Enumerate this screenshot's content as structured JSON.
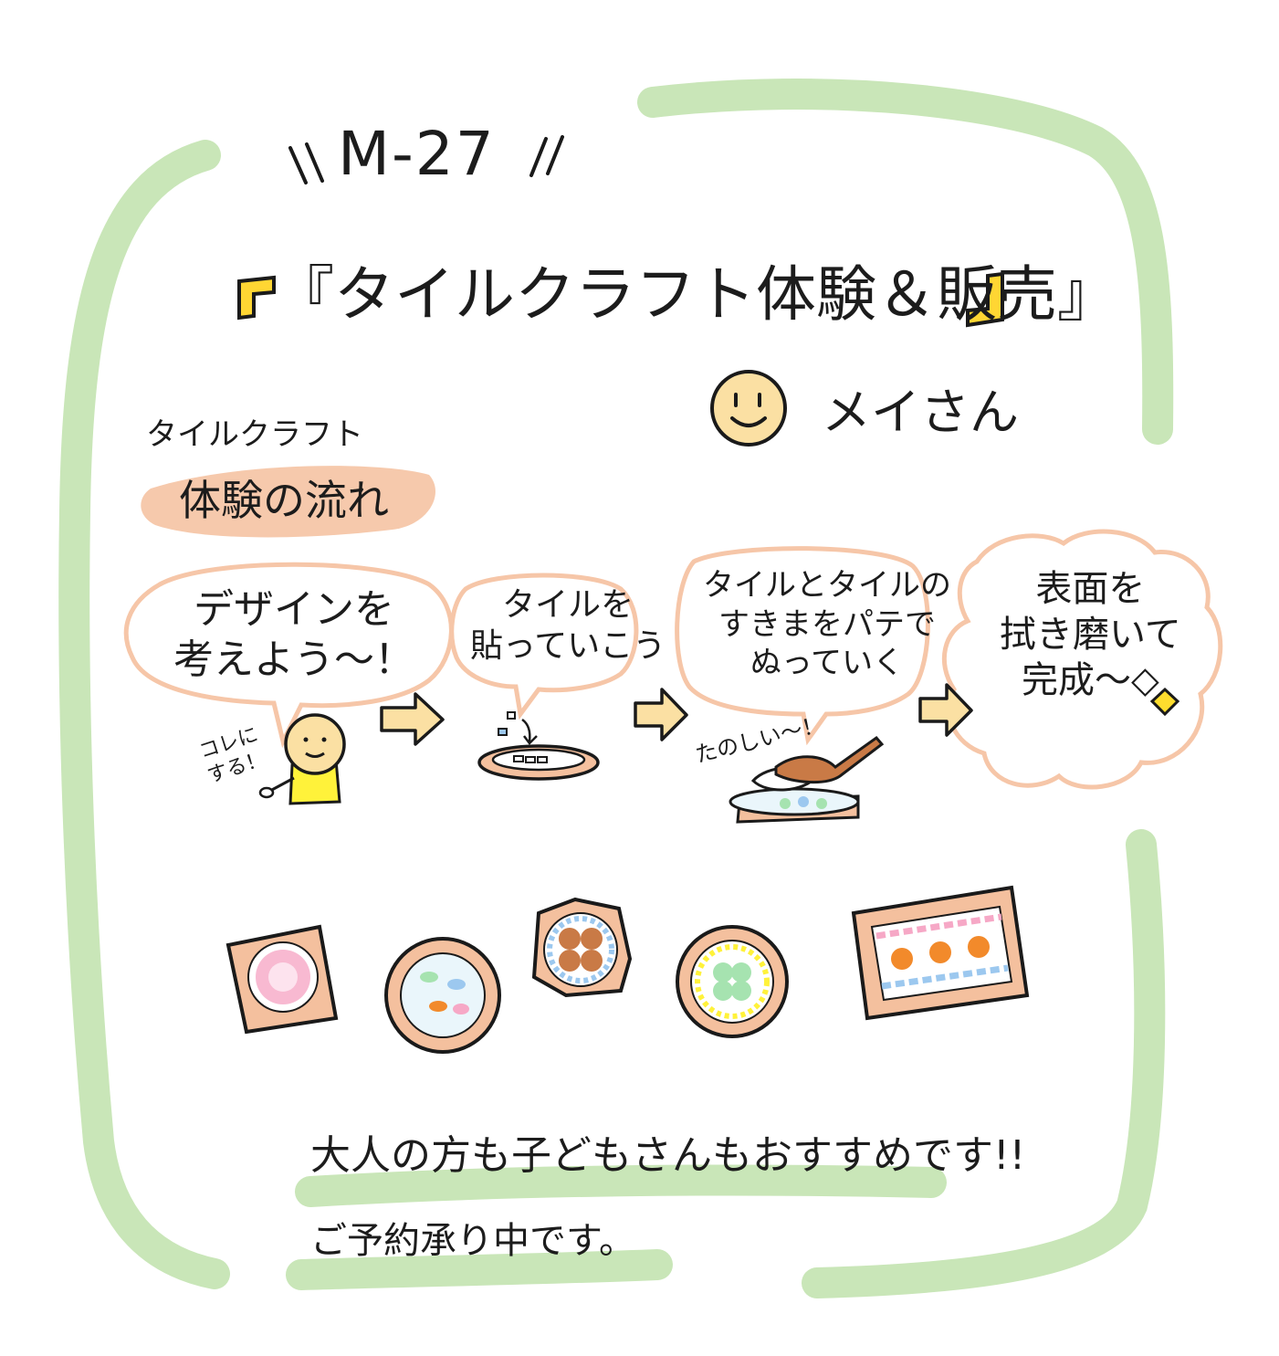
{
  "header": {
    "booth_code": "M-27",
    "title": "『タイルクラフト体験＆販売』",
    "host": "メイさん"
  },
  "flow": {
    "subtitle": "タイルクラフト",
    "title": "体験の流れ",
    "steps": [
      {
        "text": "デザインを\n考えよう～！"
      },
      {
        "text": "タイルを\n貼っていこう"
      },
      {
        "text": "タイルとタイルの\nすきまをパテで\nぬっていく"
      },
      {
        "text": "表面を\n拭き磨いて\n完成～◇"
      }
    ],
    "speech": [
      "コレに\nする！",
      "たのしい～！"
    ]
  },
  "messages": {
    "line1": "大人の方も子どもさんもおすすめです!!",
    "line2": "ご予約承り中です。"
  },
  "colors": {
    "frame_green": "#c9e6b8",
    "peach_outline": "#f6c6a8",
    "peach_fill": "#f4c09e",
    "title_yellow": "#ffd633",
    "skin": "#fbe0a3",
    "shirt_yellow": "#fff23a",
    "tile_pink": "#f6a8c6",
    "tile_orange": "#f28a2b",
    "tile_brown": "#c97a46",
    "tile_blue": "#9cc8ef",
    "tile_green": "#a6e3b0",
    "diamond_yellow": "#ffdd2e"
  },
  "icons": [
    "smiley-face-icon",
    "arrow-right-icon",
    "person-holding-spoon-icon",
    "tile-pieces-icon",
    "spatula-icon",
    "cloud-bubble-icon",
    "diamond-icon"
  ]
}
